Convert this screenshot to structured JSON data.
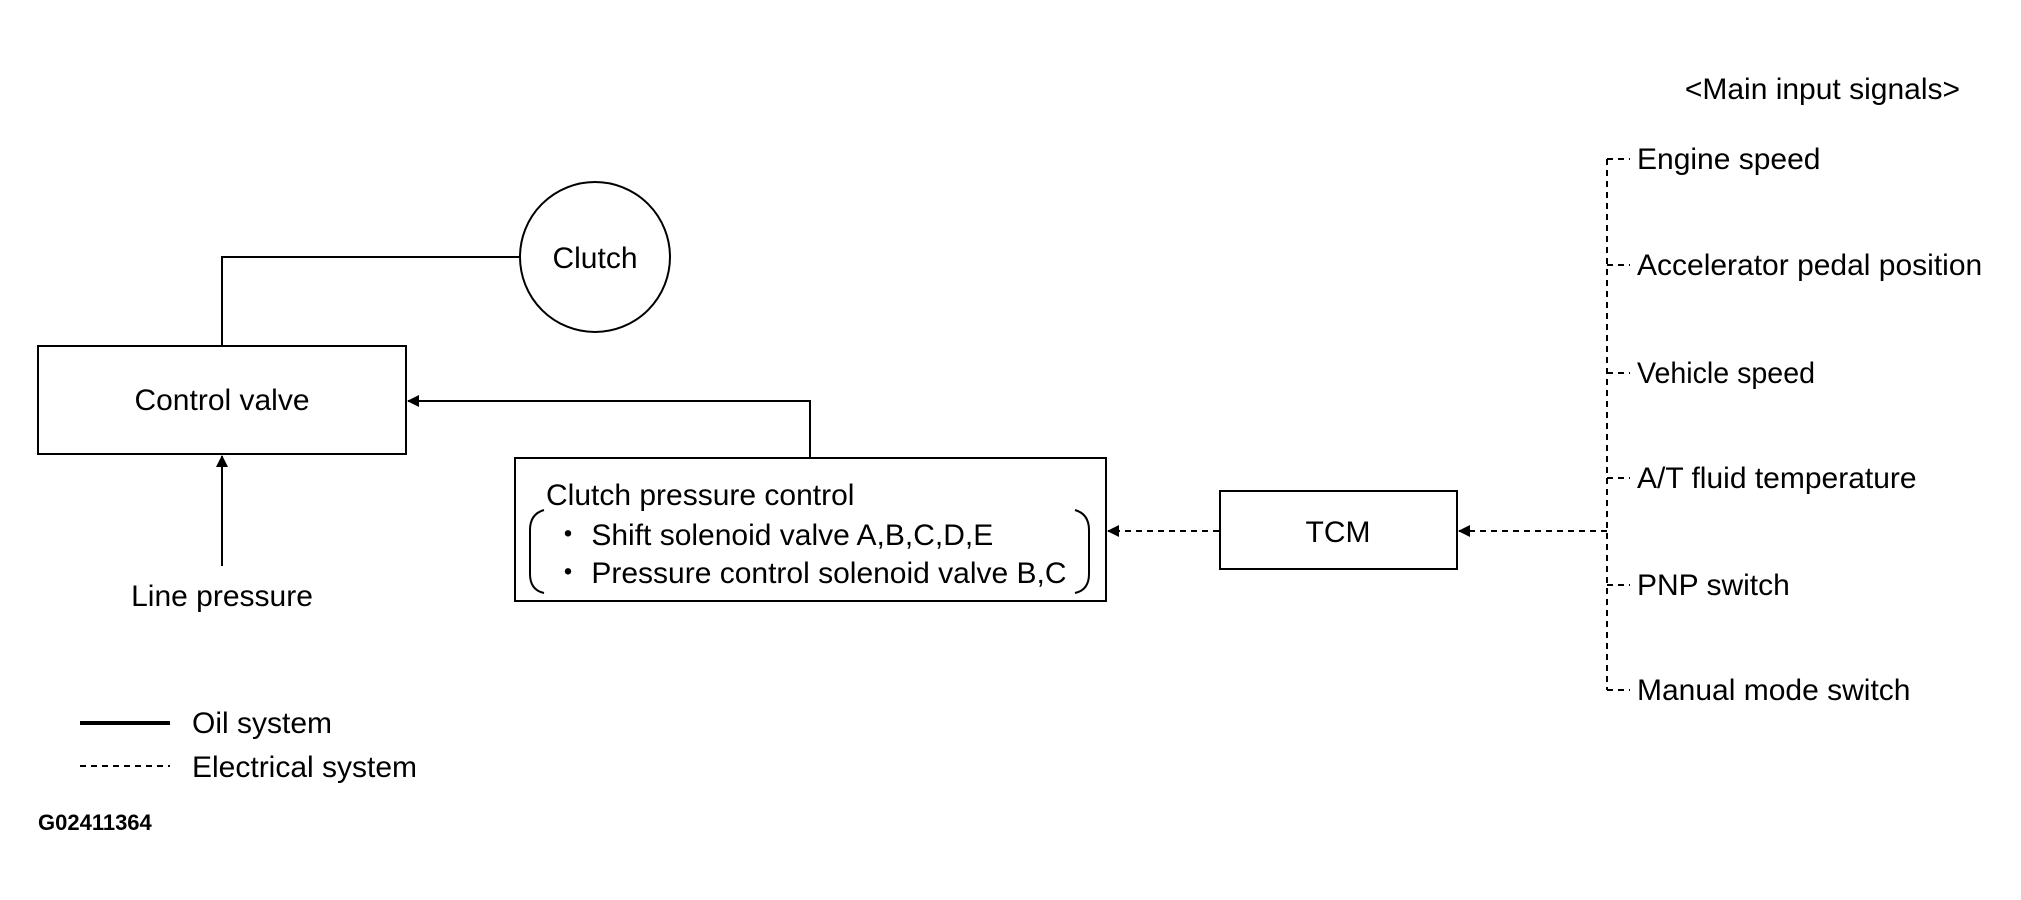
{
  "title": "<Main input signals>",
  "blocks": {
    "clutch": "Clutch",
    "control_valve": "Control valve",
    "line_pressure": "Line pressure",
    "tcm": "TCM",
    "clutch_pressure": {
      "title": "Clutch pressure control",
      "items": [
        "・ Shift solenoid valve A,B,C,D,E",
        "・ Pressure control solenoid valve B,C"
      ]
    }
  },
  "signals": [
    "Engine speed",
    "Accelerator pedal position",
    "Vehicle speed",
    "A/T fluid temperature",
    "PNP switch",
    "Manual mode switch"
  ],
  "legend": {
    "oil": "Oil system",
    "electrical": "Electrical system"
  },
  "figure_code": "G02411364"
}
